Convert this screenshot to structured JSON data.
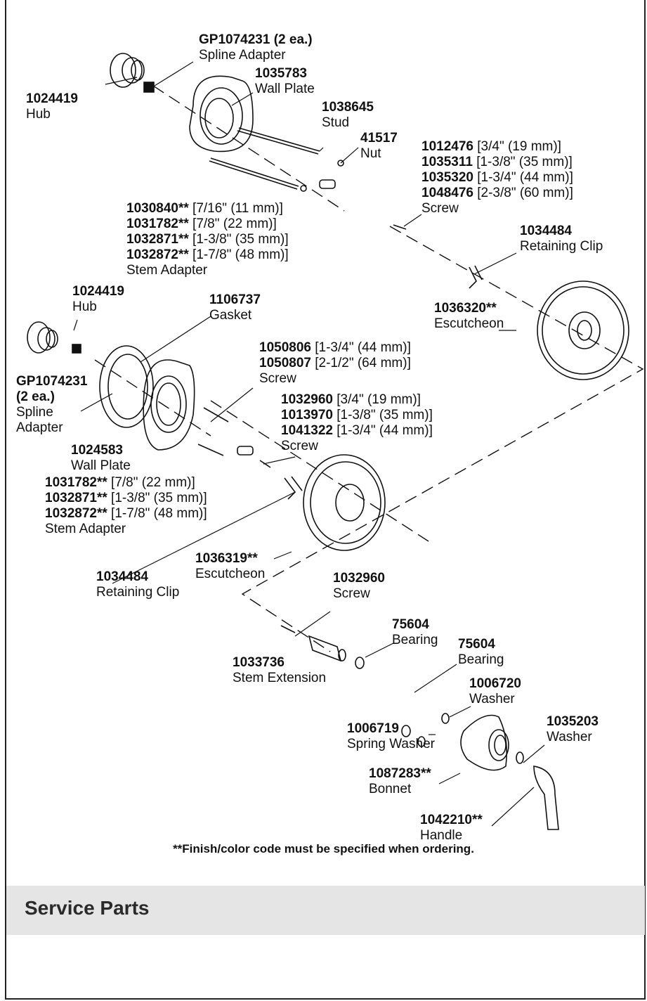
{
  "callouts": [
    {
      "id": "c1",
      "lines": [
        {
          "b": "GP1074231 (2 ea.)",
          "t": ""
        },
        {
          "b": "",
          "t": "Spline Adapter"
        }
      ]
    },
    {
      "id": "c2",
      "lines": [
        {
          "b": "1035783",
          "t": ""
        },
        {
          "b": "",
          "t": "Wall Plate"
        }
      ]
    },
    {
      "id": "c3",
      "lines": [
        {
          "b": "1024419",
          "t": ""
        },
        {
          "b": "",
          "t": "Hub"
        }
      ]
    },
    {
      "id": "c4",
      "lines": [
        {
          "b": "1038645",
          "t": ""
        },
        {
          "b": "",
          "t": "Stud"
        }
      ]
    },
    {
      "id": "c5",
      "lines": [
        {
          "b": "41517",
          "t": ""
        },
        {
          "b": "",
          "t": "Nut"
        }
      ]
    },
    {
      "id": "c6",
      "lines": [
        {
          "b": "1012476",
          "t": " [3/4\" (19 mm)]"
        },
        {
          "b": "1035311",
          "t": " [1-3/8\" (35 mm)]"
        },
        {
          "b": "1035320",
          "t": " [1-3/4\" (44 mm)]"
        },
        {
          "b": "1048476",
          "t": " [2-3/8\" (60 mm)]"
        },
        {
          "b": "",
          "t": "Screw"
        }
      ]
    },
    {
      "id": "c7",
      "lines": [
        {
          "b": "1030840**",
          "t": " [7/16\" (11 mm)]"
        },
        {
          "b": "1031782**",
          "t": " [7/8\" (22 mm)]"
        },
        {
          "b": "1032871**",
          "t": " [1-3/8\" (35 mm)]"
        },
        {
          "b": "1032872**",
          "t": " [1-7/8\" (48 mm)]"
        },
        {
          "b": "",
          "t": "Stem Adapter"
        }
      ]
    },
    {
      "id": "c8",
      "lines": [
        {
          "b": "1034484",
          "t": ""
        },
        {
          "b": "",
          "t": "Retaining Clip"
        }
      ]
    },
    {
      "id": "c9",
      "lines": [
        {
          "b": "1024419",
          "t": ""
        },
        {
          "b": "",
          "t": "Hub"
        }
      ]
    },
    {
      "id": "c10",
      "lines": [
        {
          "b": "1106737",
          "t": ""
        },
        {
          "b": "",
          "t": "Gasket"
        }
      ]
    },
    {
      "id": "c11",
      "lines": [
        {
          "b": "1036320**",
          "t": ""
        },
        {
          "b": "",
          "t": "Escutcheon"
        }
      ]
    },
    {
      "id": "c12",
      "lines": [
        {
          "b": "1050806",
          "t": " [1-3/4\" (44 mm)]"
        },
        {
          "b": "1050807",
          "t": " [2-1/2\" (64 mm)]"
        },
        {
          "b": "",
          "t": "Screw"
        }
      ]
    },
    {
      "id": "c13",
      "lines": [
        {
          "b": "GP1074231",
          "t": ""
        },
        {
          "b": "(2 ea.)",
          "t": ""
        },
        {
          "b": "",
          "t": "Spline"
        },
        {
          "b": "",
          "t": "Adapter"
        }
      ]
    },
    {
      "id": "c14",
      "lines": [
        {
          "b": "1032960",
          "t": " [3/4\" (19 mm)]"
        },
        {
          "b": "1013970",
          "t": " [1-3/8\" (35 mm)]"
        },
        {
          "b": "1041322",
          "t": " [1-3/4\" (44 mm)]"
        },
        {
          "b": "",
          "t": "Screw"
        }
      ]
    },
    {
      "id": "c15",
      "lines": [
        {
          "b": "1024583",
          "t": ""
        },
        {
          "b": "",
          "t": "Wall Plate"
        }
      ]
    },
    {
      "id": "c16",
      "lines": [
        {
          "b": "1031782**",
          "t": " [7/8\" (22 mm)]"
        },
        {
          "b": "1032871**",
          "t": " [1-3/8\" (35 mm)]"
        },
        {
          "b": "1032872**",
          "t": " [1-7/8\" (48 mm)]"
        },
        {
          "b": "",
          "t": "Stem Adapter"
        }
      ]
    },
    {
      "id": "c17",
      "lines": [
        {
          "b": "1036319**",
          "t": ""
        },
        {
          "b": "",
          "t": "Escutcheon"
        }
      ]
    },
    {
      "id": "c18",
      "lines": [
        {
          "b": "1034484",
          "t": ""
        },
        {
          "b": "",
          "t": "Retaining Clip"
        }
      ]
    },
    {
      "id": "c19",
      "lines": [
        {
          "b": "1032960",
          "t": ""
        },
        {
          "b": "",
          "t": "Screw"
        }
      ]
    },
    {
      "id": "c20",
      "lines": [
        {
          "b": "75604",
          "t": ""
        },
        {
          "b": "",
          "t": "Bearing"
        }
      ]
    },
    {
      "id": "c21",
      "lines": [
        {
          "b": "75604",
          "t": ""
        },
        {
          "b": "",
          "t": "Bearing"
        }
      ]
    },
    {
      "id": "c22",
      "lines": [
        {
          "b": "1033736",
          "t": ""
        },
        {
          "b": "",
          "t": "Stem Extension"
        }
      ]
    },
    {
      "id": "c23",
      "lines": [
        {
          "b": "1006720",
          "t": ""
        },
        {
          "b": "",
          "t": "Washer"
        }
      ]
    },
    {
      "id": "c24",
      "lines": [
        {
          "b": "1035203",
          "t": ""
        },
        {
          "b": "",
          "t": "Washer"
        }
      ]
    },
    {
      "id": "c25",
      "lines": [
        {
          "b": "1006719",
          "t": ""
        },
        {
          "b": "",
          "t": "Spring Washer"
        }
      ]
    },
    {
      "id": "c26",
      "lines": [
        {
          "b": "1087283**",
          "t": ""
        },
        {
          "b": "",
          "t": "Bonnet"
        }
      ]
    },
    {
      "id": "c27",
      "lines": [
        {
          "b": "1042210**",
          "t": ""
        },
        {
          "b": "",
          "t": "Handle"
        }
      ]
    }
  ],
  "footnote": "**Finish/color code must be specified when ordering.",
  "section_title": "Service Parts"
}
